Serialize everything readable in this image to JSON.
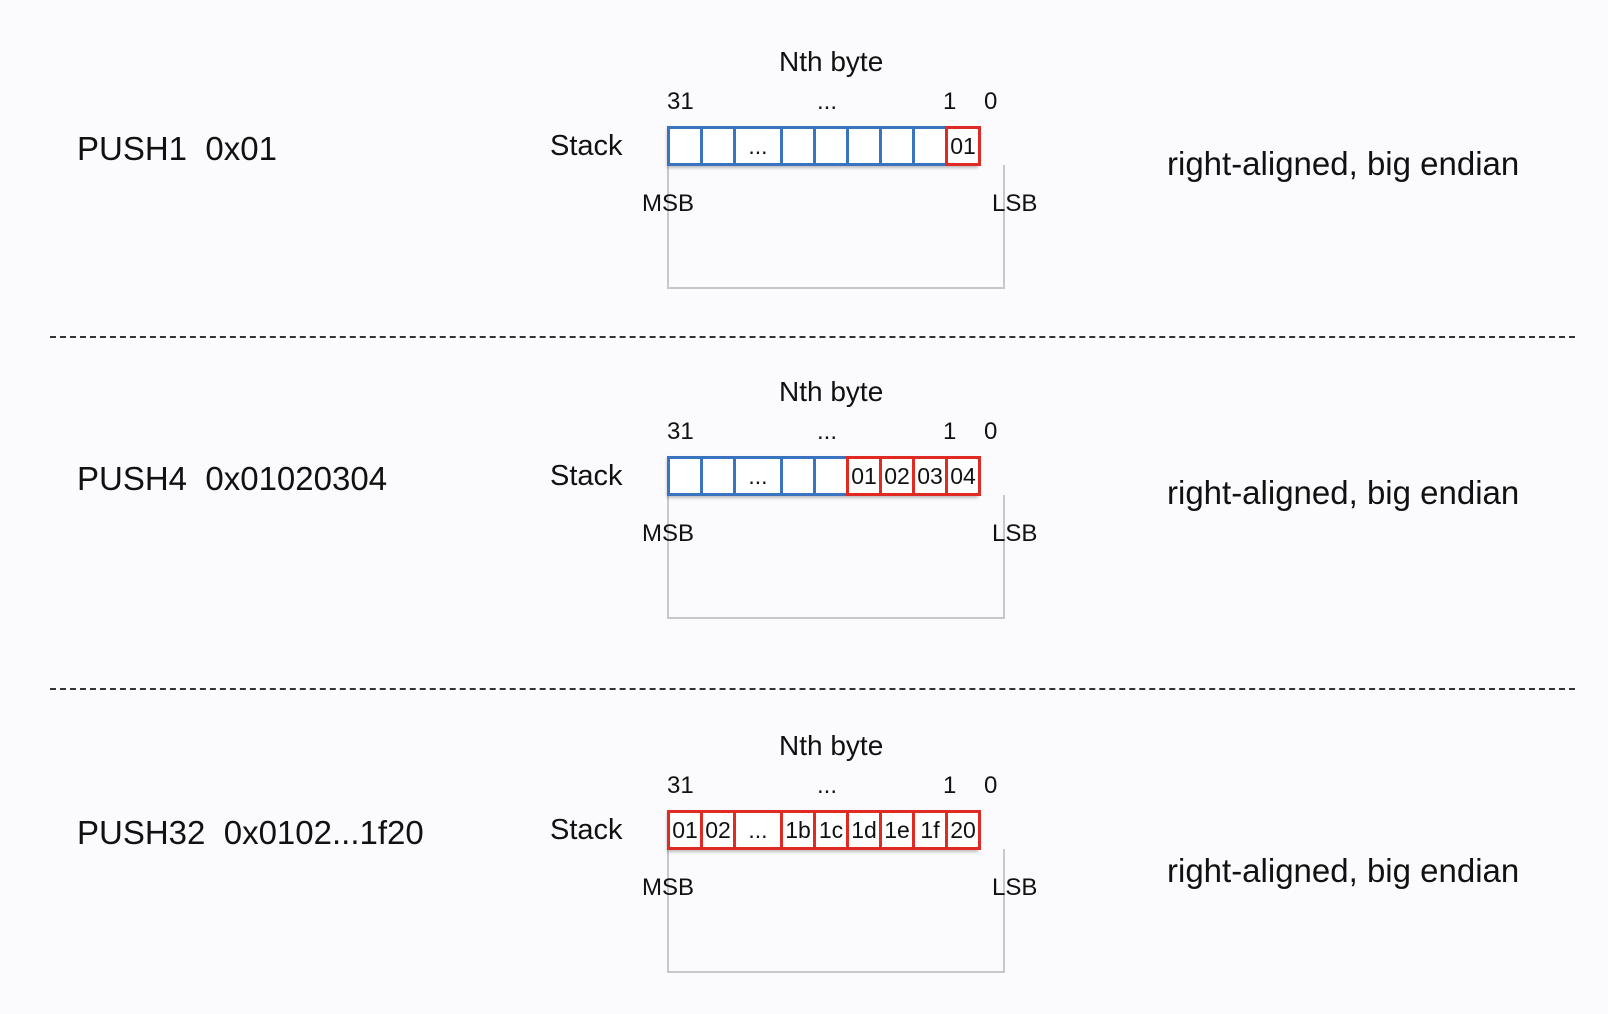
{
  "rows": [
    {
      "opcode": "PUSH1  0x01",
      "nth_title": "Nth byte",
      "index_31": "31",
      "index_dots": "...",
      "index_1": "1",
      "index_0": "0",
      "stack_label": "Stack",
      "msb": "MSB",
      "lsb": "LSB",
      "cells": [
        "",
        "",
        "...",
        "",
        "",
        "",
        "",
        "",
        "01"
      ],
      "red_from": 8,
      "description": "right-aligned, big endian"
    },
    {
      "opcode": "PUSH4  0x01020304",
      "nth_title": "Nth byte",
      "index_31": "31",
      "index_dots": "...",
      "index_1": "1",
      "index_0": "0",
      "stack_label": "Stack",
      "msb": "MSB",
      "lsb": "LSB",
      "cells": [
        "",
        "",
        "...",
        "",
        "",
        "01",
        "02",
        "03",
        "04"
      ],
      "red_from": 5,
      "description": "right-aligned, big endian"
    },
    {
      "opcode": "PUSH32  0x0102...1f20",
      "nth_title": "Nth byte",
      "index_31": "31",
      "index_dots": "...",
      "index_1": "1",
      "index_0": "0",
      "stack_label": "Stack",
      "msb": "MSB",
      "lsb": "LSB",
      "cells": [
        "01",
        "02",
        "...",
        "1b",
        "1c",
        "1d",
        "1e",
        "1f",
        "20"
      ],
      "red_from": 0,
      "description": "right-aligned, big endian"
    }
  ],
  "colors": {
    "empty_cell_border": "#3a73c0",
    "filled_cell_border": "#e02b24"
  }
}
